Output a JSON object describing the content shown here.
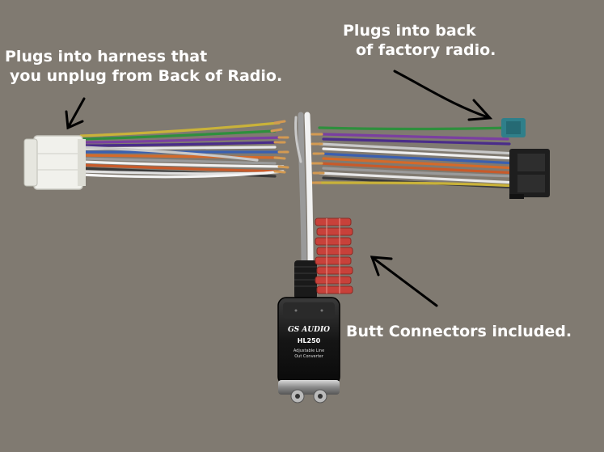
{
  "photo": {
    "background_color": "#7d776f",
    "module": {
      "brand": "GS AUDIO",
      "model": "HL250",
      "desc_line1": "Adjustable Line",
      "desc_line2": "Out Converter"
    }
  },
  "captions": {
    "left_line1": "Plugs into harness that",
    "left_line2": "you unplug from Back of Radio.",
    "right_line1": "Plugs into back",
    "right_line2": "of factory radio.",
    "bottom": "Butt Connectors included."
  },
  "colors": {
    "caption_text": "#ffffff",
    "arrow": "#000000",
    "butt_connector": "#c8413a",
    "white_plug": "#efefe8",
    "black_plug": "#1e1e1e",
    "blue_plug": "#2f7f8a"
  }
}
